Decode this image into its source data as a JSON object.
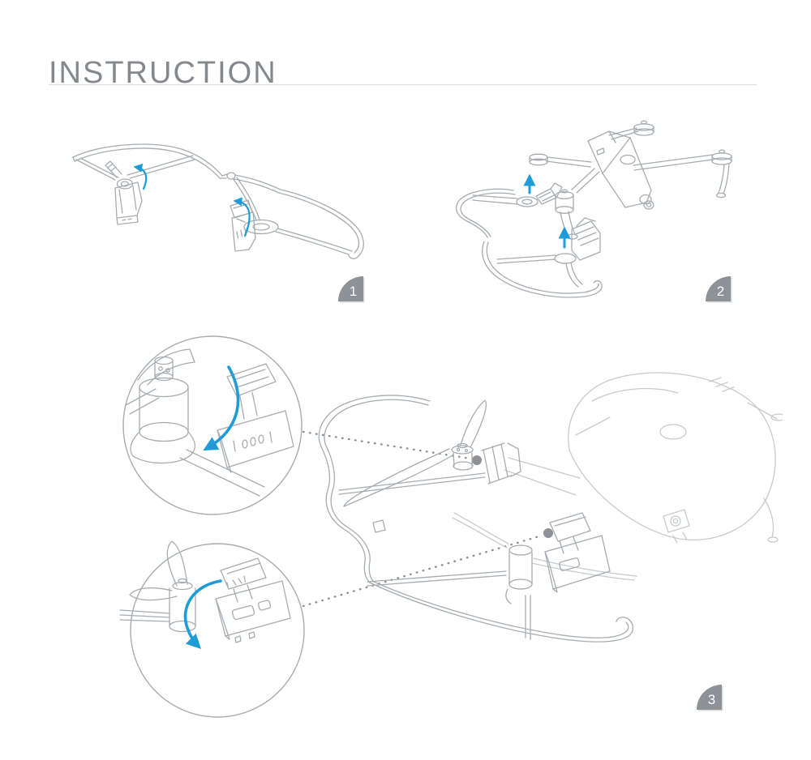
{
  "page": {
    "title": "INSTRUCTION"
  },
  "steps": [
    {
      "number": "1"
    },
    {
      "number": "2"
    },
    {
      "number": "3"
    }
  ],
  "colors": {
    "accent_blue": "#1f9cd8",
    "badge_gray": "#8d9297",
    "line_gray": "#a7acb1",
    "line_faint": "#c7cbce",
    "connector_gray": "#8d9297",
    "divider_gray": "#dbdddf",
    "title_gray": "#85898d",
    "background": "#ffffff"
  }
}
